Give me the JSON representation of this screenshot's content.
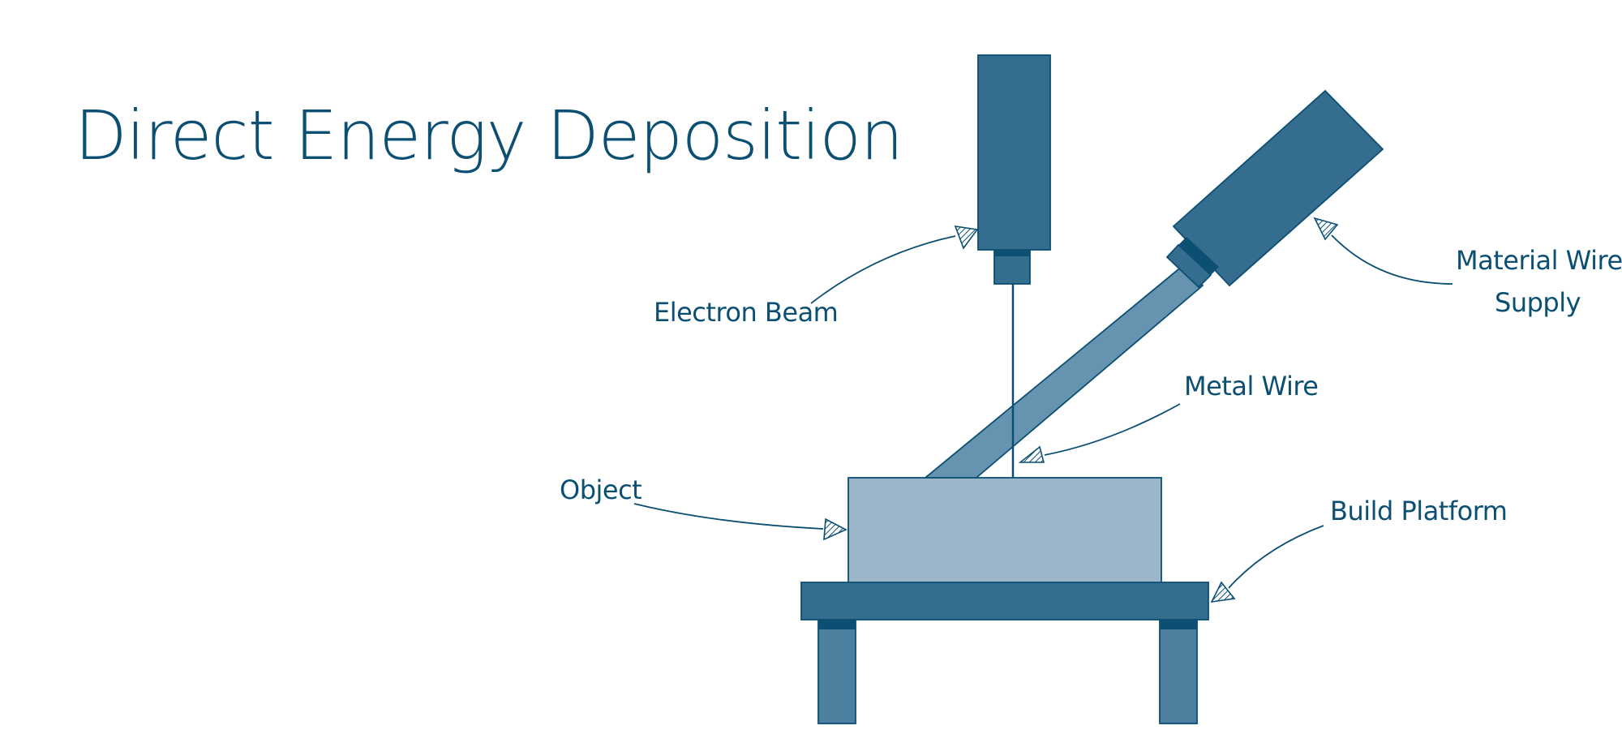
{
  "title": "Direct Energy Deposition",
  "labels": {
    "electron_beam": "Electron Beam",
    "material_wire_supply_line1": "Material Wire",
    "material_wire_supply_line2": "Supply",
    "metal_wire": "Metal Wire",
    "object": "Object",
    "build_platform": "Build Platform"
  },
  "colors": {
    "dark_blue": "#356d8f",
    "accent_dark": "#0b4f73",
    "mid_blue": "#4d7f9e",
    "wire_blue": "#6593b0",
    "object_blue": "#9bb6c9",
    "line": "#0b4f73"
  }
}
